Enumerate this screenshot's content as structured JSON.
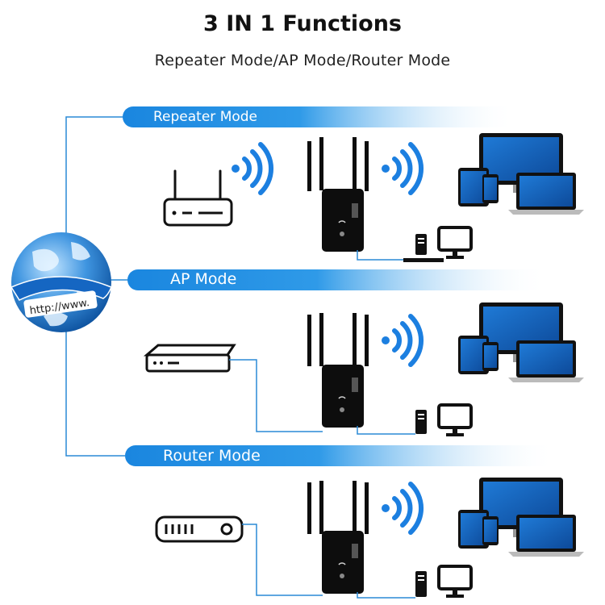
{
  "title": "3 IN 1 Functions",
  "subtitle": "Repeater Mode/AP Mode/Router Mode",
  "globe_label": "http://www.",
  "modes": [
    {
      "label": "Repeater Mode",
      "source_device": "wireless-router-icon"
    },
    {
      "label": "AP Mode",
      "source_device": "modem-icon"
    },
    {
      "label": "Router Mode",
      "source_device": "isp-modem-icon"
    }
  ],
  "colors": {
    "line_blue": "#2a8ad6",
    "banner_blue": "#1a86df",
    "wifi_blue": "#1c7fe0",
    "device_black": "#0d0d0d",
    "screen_blue": "#1766c0"
  }
}
